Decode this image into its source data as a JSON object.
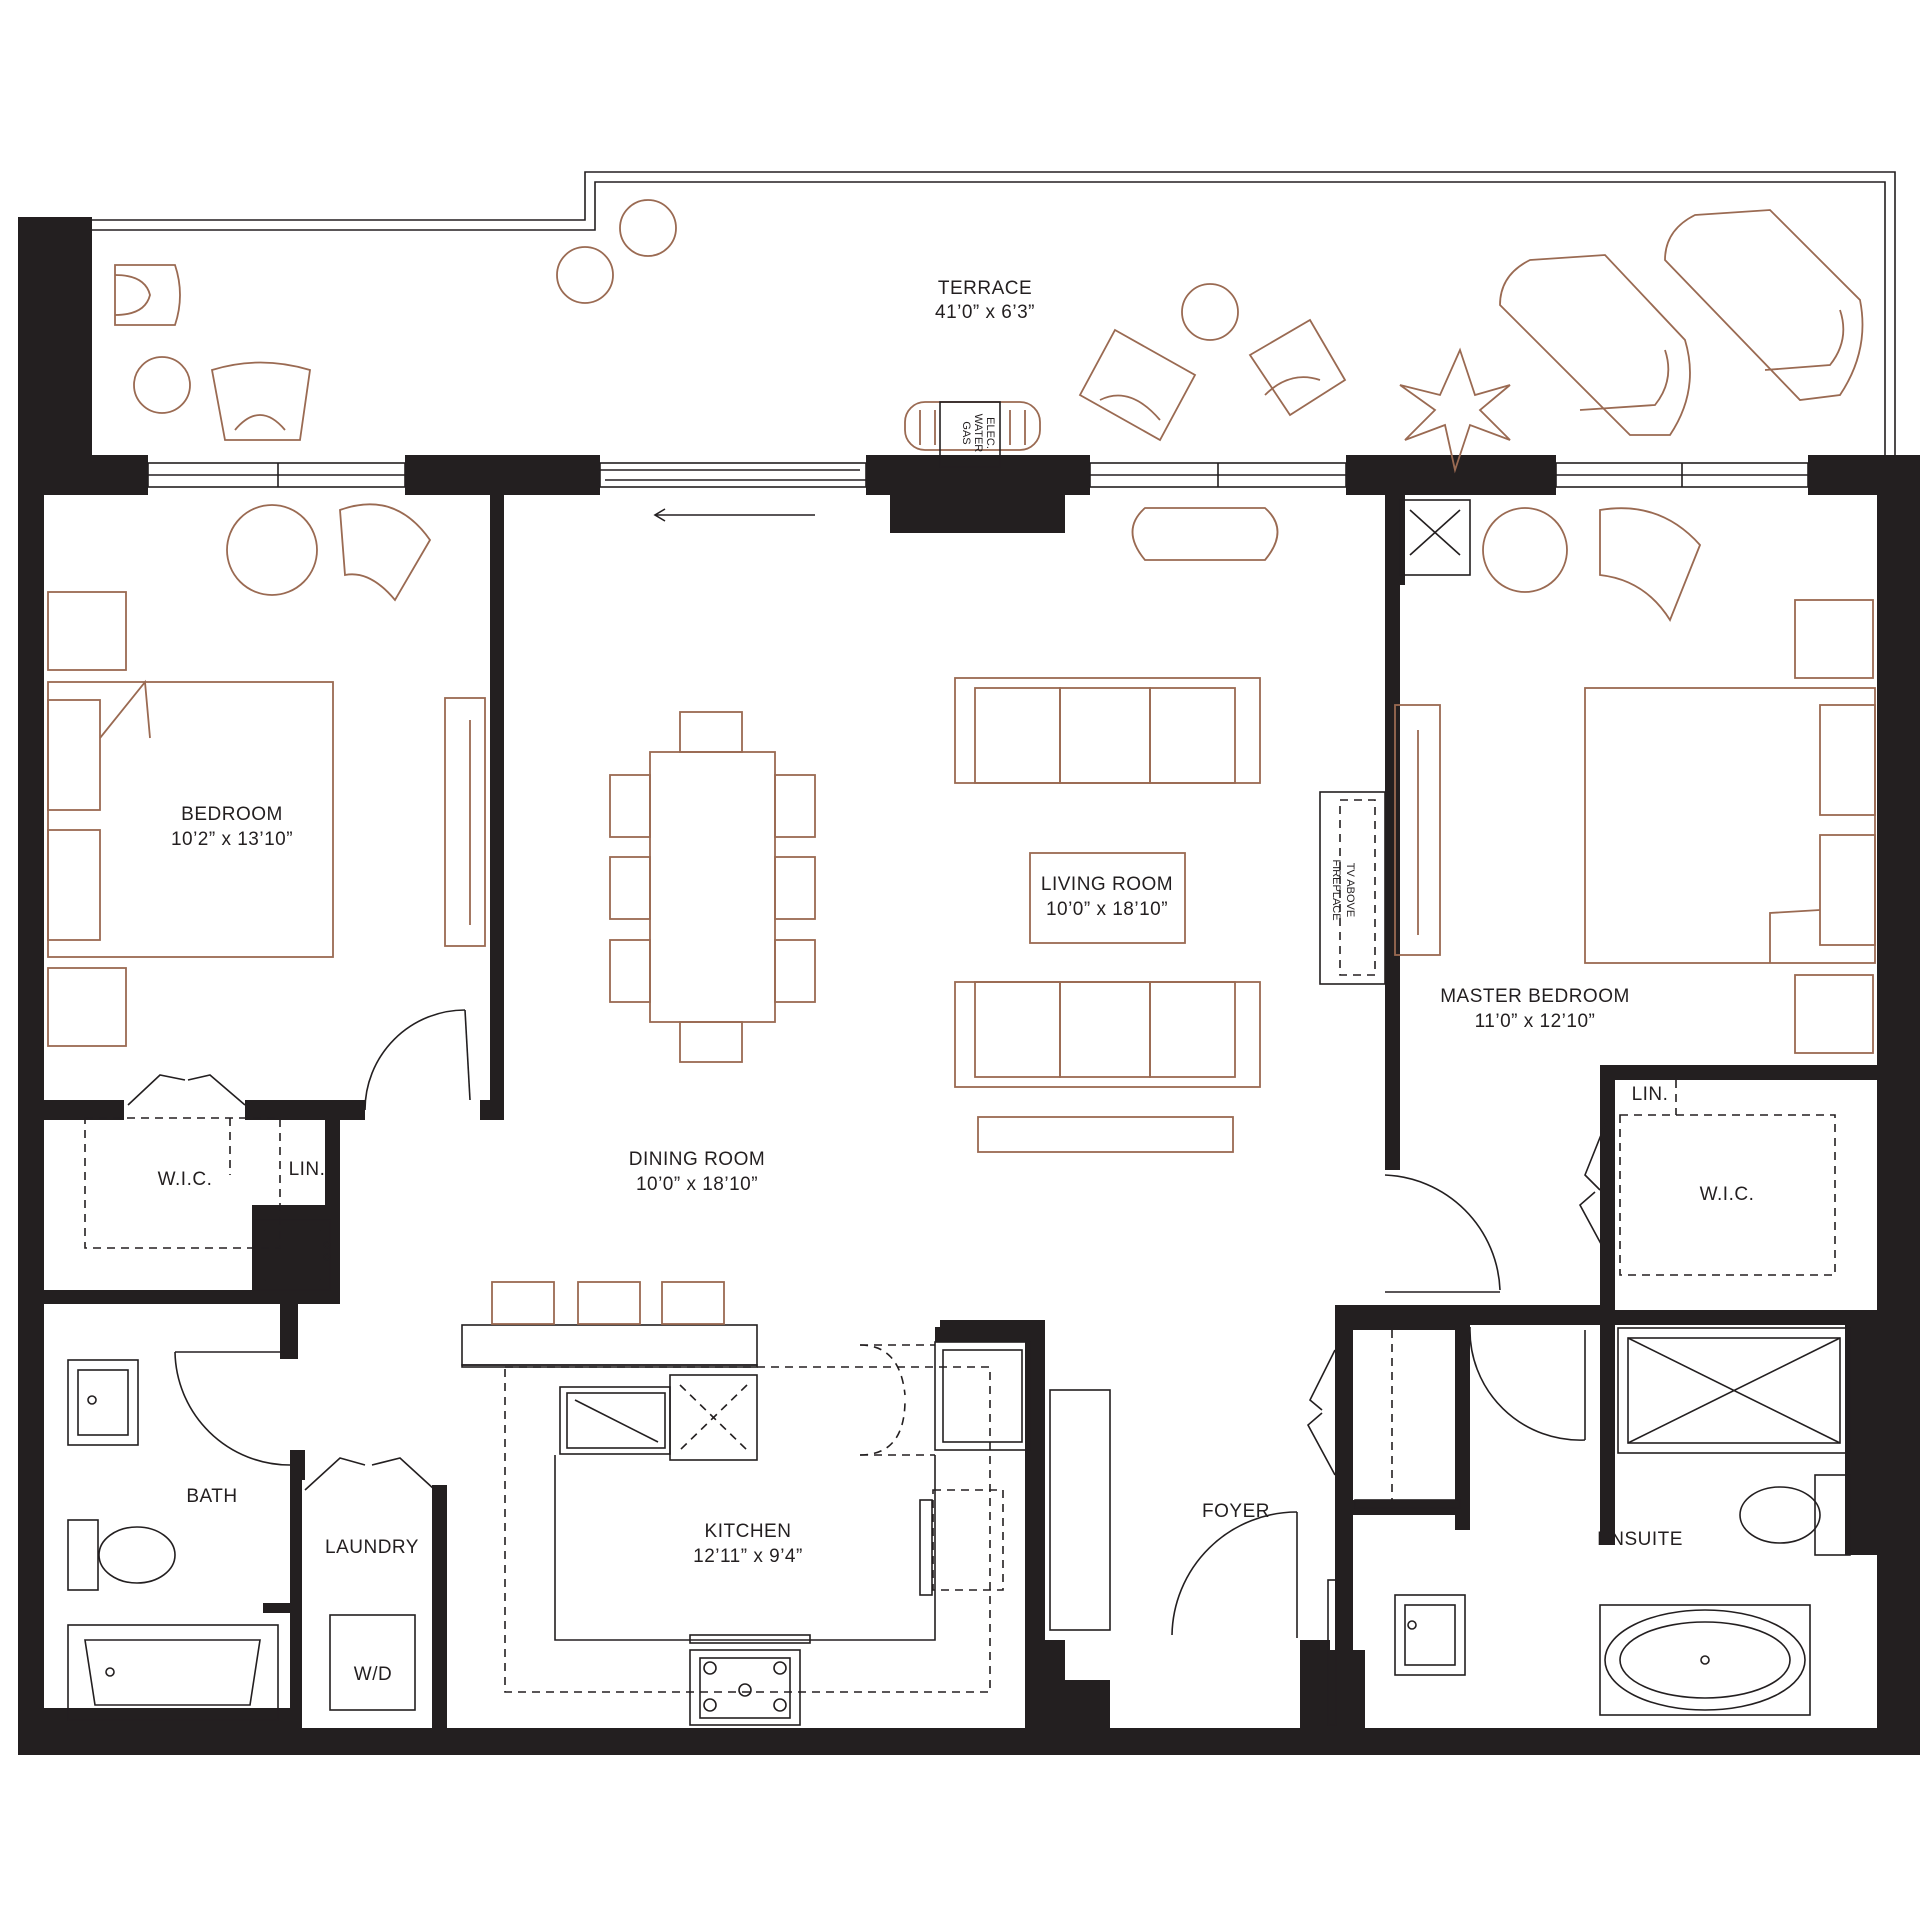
{
  "rooms": {
    "terrace": {
      "name": "TERRACE",
      "dims": "41’0” x 6’3”"
    },
    "bedroom": {
      "name": "BEDROOM",
      "dims": "10’2” x 13’10”"
    },
    "living": {
      "name": "LIVING ROOM",
      "dims": "10’0” x 18’10”"
    },
    "dining": {
      "name": "DINING ROOM",
      "dims": "10’0” x 18’10”"
    },
    "master": {
      "name": "MASTER BEDROOM",
      "dims": "11’0” x 12’10”"
    },
    "kitchen": {
      "name": "KITCHEN",
      "dims": "12’11” x 9’4”"
    },
    "foyer": {
      "name": "FOYER"
    },
    "ensuite": {
      "name": "ENSUITE"
    },
    "bath": {
      "name": "BATH"
    },
    "laundry": {
      "name": "LAUNDRY"
    },
    "wic_left": {
      "name": "W.I.C."
    },
    "wic_right": {
      "name": "W.I.C."
    },
    "lin_left": {
      "name": "LIN."
    },
    "lin_right": {
      "name": "LIN."
    }
  },
  "fixtures": {
    "wd": "W/D",
    "tv_fireplace_1": "TV ABOVE",
    "tv_fireplace_2": "FIREPLACE",
    "util_gas": "GAS",
    "util_water": "WATER",
    "util_elec": "ELEC."
  },
  "colors": {
    "wall": "#231f20",
    "furniture": "#9a6a52"
  }
}
